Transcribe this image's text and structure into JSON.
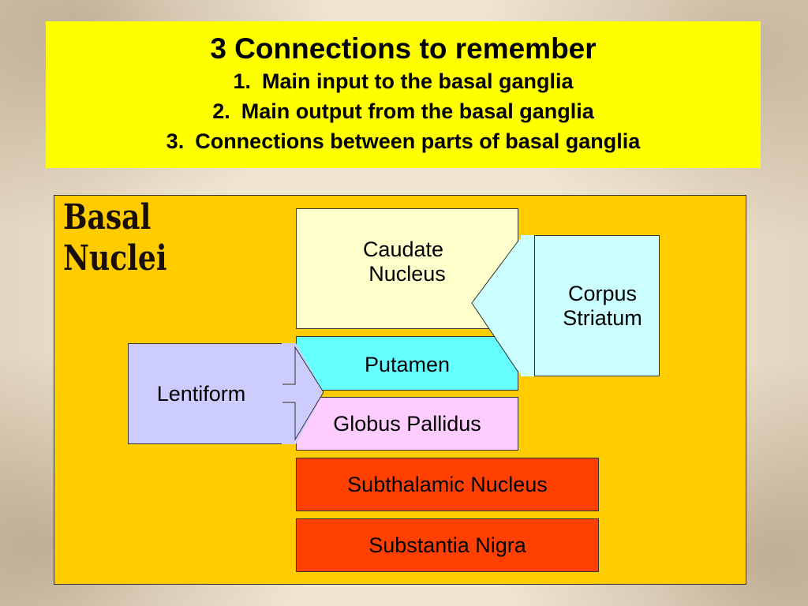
{
  "header": {
    "title": "3 Connections to remember",
    "items": [
      {
        "number": "1.",
        "text": "Main input to the basal ganglia"
      },
      {
        "number": "2.",
        "text": "Main output from the basal ganglia"
      },
      {
        "number": "3.",
        "text": "Connections between parts of basal ganglia"
      }
    ]
  },
  "diagram": {
    "title_line1": "Basal",
    "title_line2": "Nuclei",
    "caudate": {
      "line1": "Caudate",
      "line2": "Nucleus"
    },
    "putamen": "Putamen",
    "globus_pallidus": "Globus Pallidus",
    "subthalamic": "Subthalamic Nucleus",
    "substantia_nigra": "Substantia Nigra",
    "corpus_striatum": {
      "line1": "Corpus",
      "line2": "Striatum"
    },
    "lentiform": "Lentiform"
  },
  "colors": {
    "header_bg": "#ffff00",
    "panel_bg": "#ffcc00",
    "caudate_bg": "#ffffcc",
    "putamen_bg": "#66ffff",
    "pallidus_bg": "#ffccff",
    "red_boxes_bg": "#ff4000",
    "corpus_bg": "#ccffff",
    "lentiform_bg": "#ccccff"
  }
}
